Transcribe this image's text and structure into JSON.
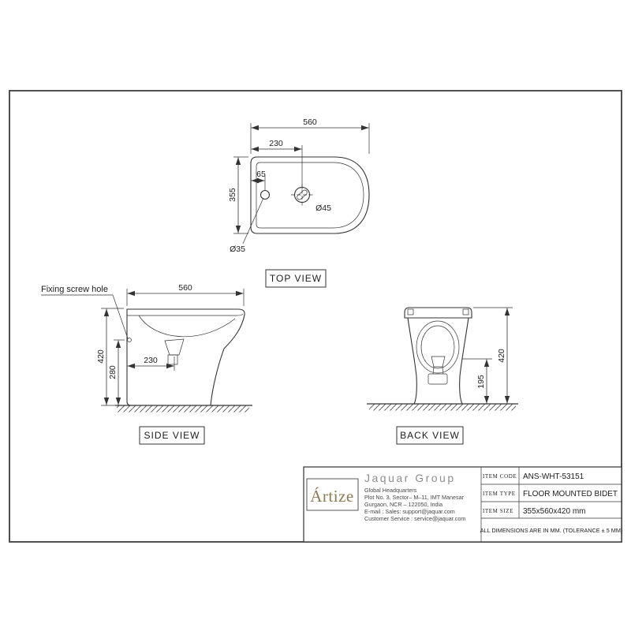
{
  "drawing": {
    "views": {
      "top": {
        "label": "TOP VIEW",
        "overall_width": "560",
        "tap_center": "230",
        "hole_offset": "65",
        "depth": "355",
        "tap_hole_dia": "Ø45",
        "side_hole_dia": "Ø35"
      },
      "side": {
        "label": "SIDE VIEW",
        "annotation": "Fixing screw hole",
        "overall_width": "560",
        "overall_height": "420",
        "screw_height": "280",
        "trap_offset": "230"
      },
      "back": {
        "label": "BACK VIEW",
        "overall_height": "420",
        "drain_height": "195"
      }
    },
    "title_block": {
      "logo": "Ártize",
      "company": "Jaquar Group",
      "address": [
        "Global Headquarters",
        "Plot No. 3, Sector– M–11, IMT Manesar",
        "Gurgaon, NCR – 122050, India",
        "E-mail : Sales: support@jaquar.com",
        "Customer Service : service@jaquar.com"
      ],
      "rows": [
        {
          "label": "ITEM CODE",
          "value": "ANS-WHT-53151"
        },
        {
          "label": "ITEM TYPE",
          "value": "FLOOR MOUNTED BIDET"
        },
        {
          "label": "ITEM SIZE",
          "value": "355x560x420 mm"
        }
      ],
      "note": "ALL DIMENSIONS ARE IN MM. (TOLERANCE ± 5 MM)"
    }
  }
}
